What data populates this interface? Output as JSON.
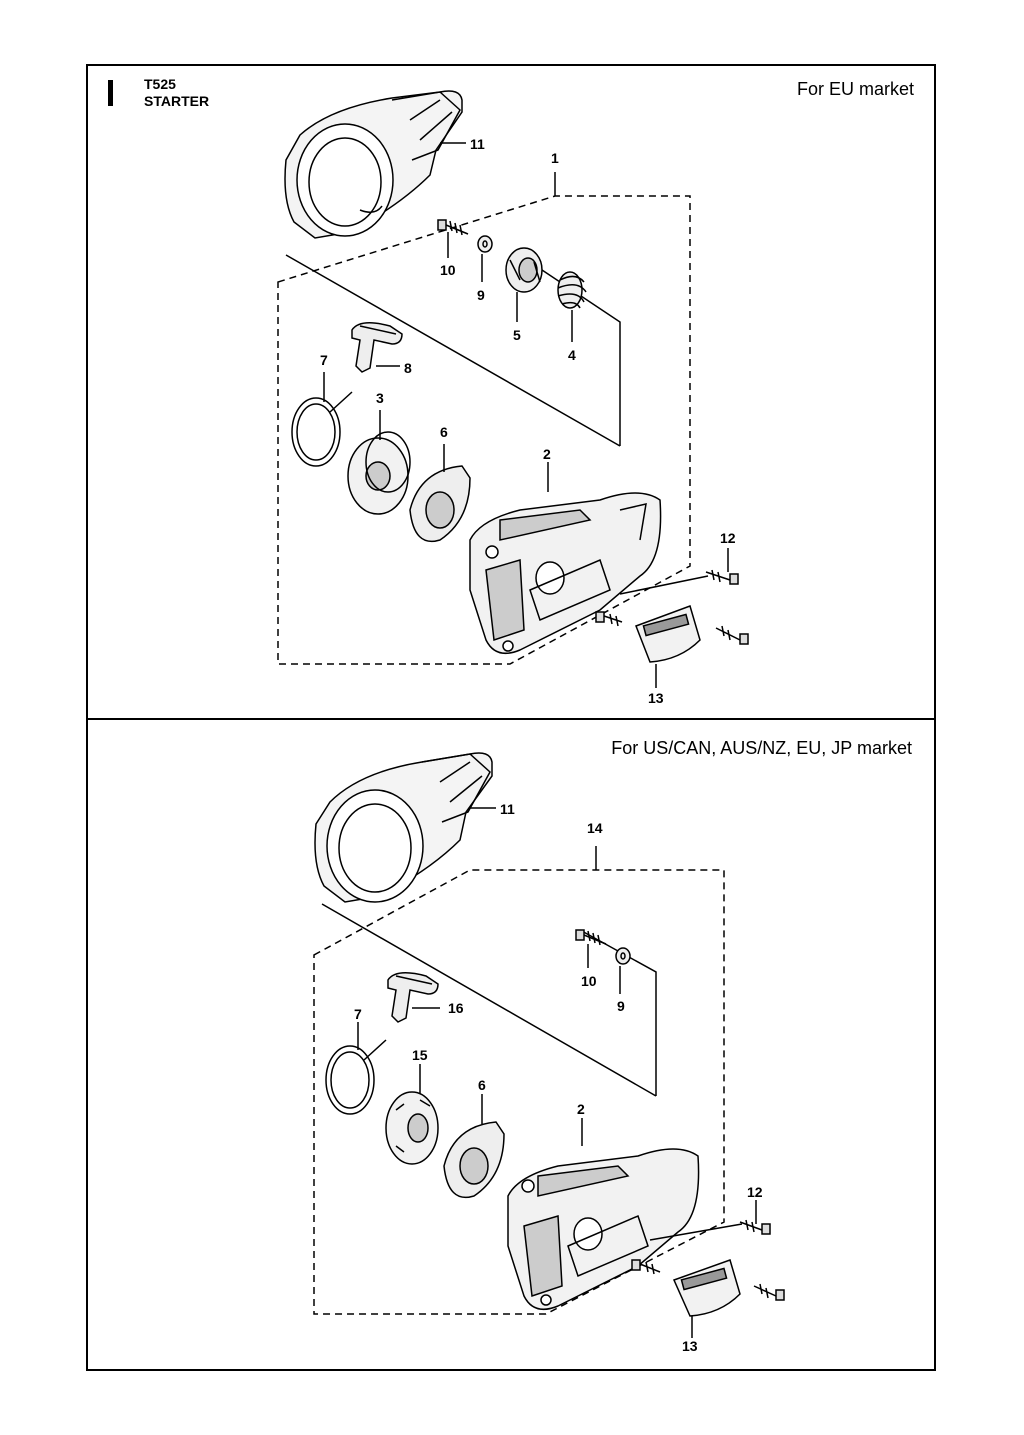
{
  "header": {
    "model": "T525",
    "title": "STARTER"
  },
  "sections": [
    {
      "market": "For EU market",
      "callouts": [
        "11",
        "1",
        "10",
        "9",
        "5",
        "4",
        "8",
        "7",
        "3",
        "6",
        "2",
        "12",
        "13"
      ]
    },
    {
      "market": "For US/CAN, AUS/NZ, EU, JP market",
      "callouts": [
        "11",
        "14",
        "10",
        "9",
        "16",
        "7",
        "15",
        "6",
        "2",
        "12",
        "13"
      ]
    }
  ],
  "icons": [
    "starter-cover-icon",
    "pull-handle-icon",
    "rope-pulley-icon",
    "spring-icon",
    "screw-icon",
    "washer-icon",
    "decal-icon"
  ]
}
